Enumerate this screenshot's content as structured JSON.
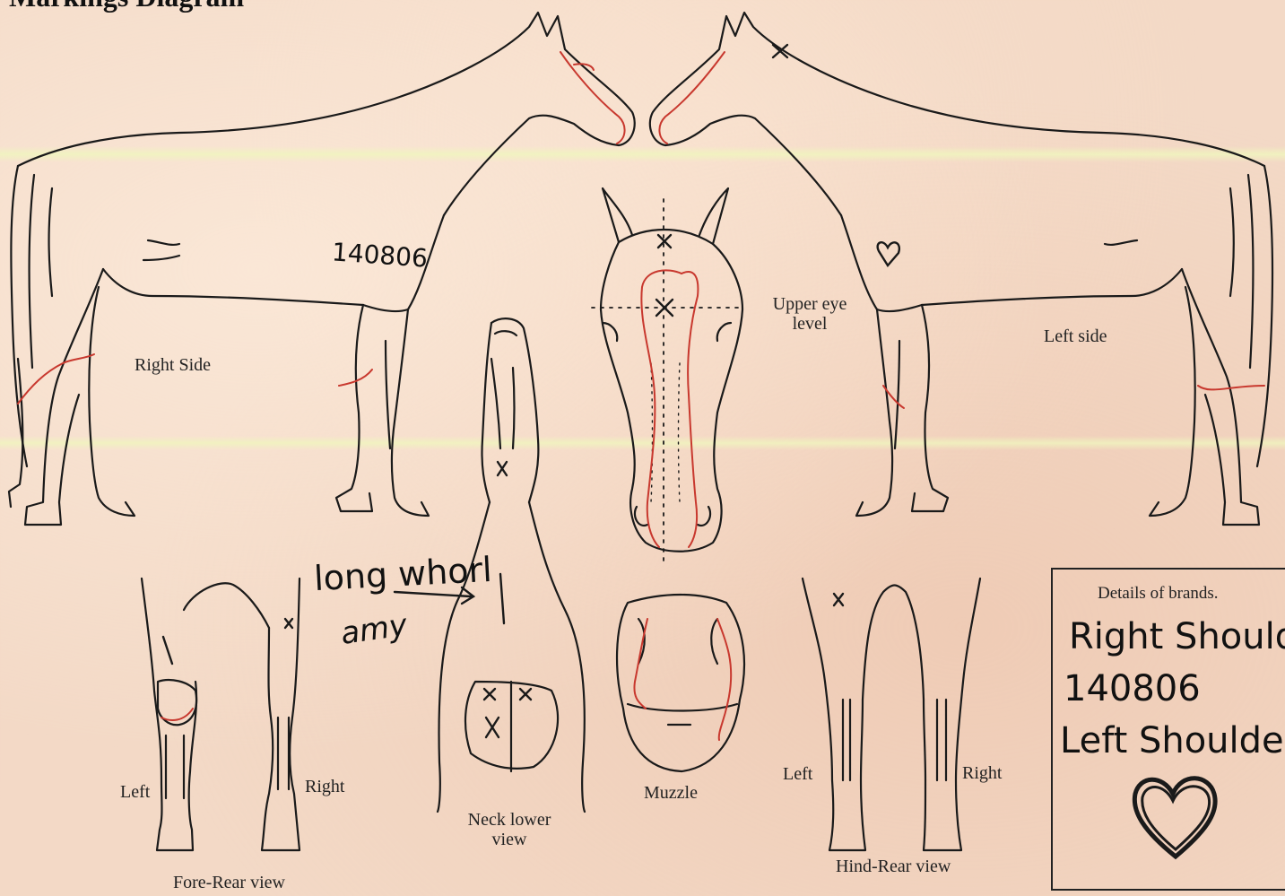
{
  "form_title": "Markings Diagram",
  "labels": {
    "right_side": "Right Side",
    "left_side": "Left side",
    "upper_eye_level": "Upper eye level",
    "muzzle": "Muzzle",
    "neck_lower_view": "Neck lower view",
    "fore_rear_view": "Fore-Rear view",
    "hind_rear_view": "Hind-Rear view",
    "fore_left": "Left",
    "fore_right": "Right",
    "hind_left": "Left",
    "hind_right": "Right"
  },
  "handwriting": {
    "right_shoulder_brand": "140806",
    "whorl_note": "long whorl",
    "initials": "amy"
  },
  "brands": {
    "title": "Details of brands.",
    "line1": "Right Shoulder",
    "line2": "140806",
    "line3": "Left Shoulder"
  },
  "colors": {
    "outline": "#1a1a1a",
    "markings": "#c8382e",
    "paper": "#f3d9c6",
    "band": "#eef2b0"
  }
}
